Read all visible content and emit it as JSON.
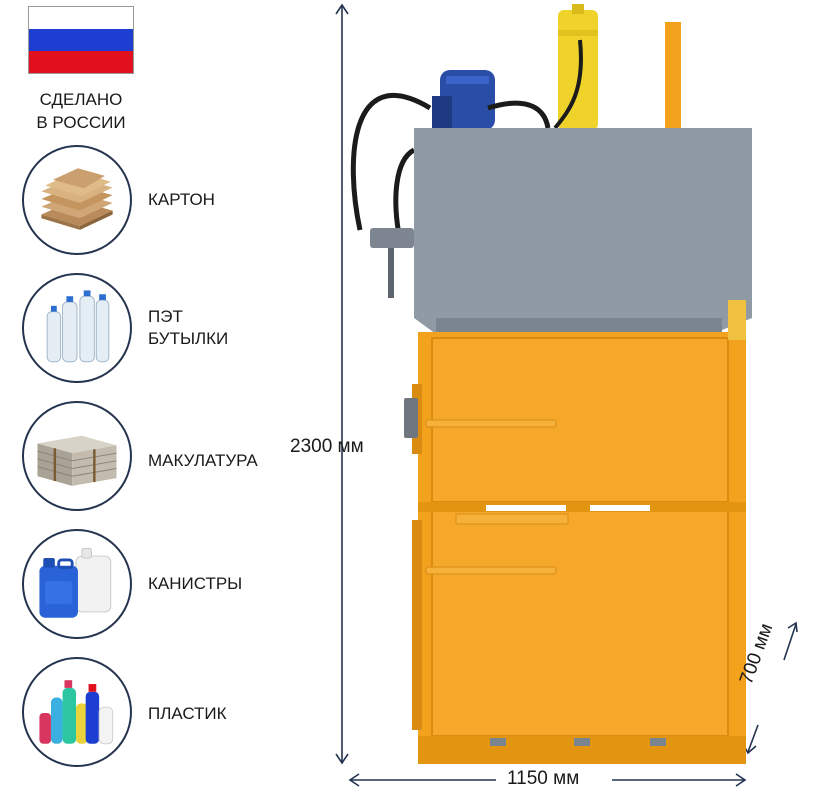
{
  "badge": {
    "made_in_line1": "СДЕЛАНО",
    "made_in_line2": "В РОССИИ",
    "flag_colors": [
      "#ffffff",
      "#1c3fd1",
      "#e0101f"
    ]
  },
  "categories": [
    {
      "label_line1": "КАРТОН",
      "label_line2": "",
      "icon": "cardboard-stack-icon"
    },
    {
      "label_line1": "ПЭТ",
      "label_line2": "БУТЫЛКИ",
      "icon": "pet-bottles-icon"
    },
    {
      "label_line1": "МАКУЛАТУРА",
      "label_line2": "",
      "icon": "paper-bundle-icon"
    },
    {
      "label_line1": "КАНИСТРЫ",
      "label_line2": "",
      "icon": "canisters-icon"
    },
    {
      "label_line1": "ПЛАСТИК",
      "label_line2": "",
      "icon": "plastic-bottles-icon"
    }
  ],
  "dimensions": {
    "height": "2300 мм",
    "width": "1150 мм",
    "depth": "700 мм"
  },
  "colors": {
    "machine_body": "#f2a21c",
    "machine_top": "#8f9aa5",
    "circle_border": "#24334f",
    "dim_arrow": "#24334f"
  }
}
